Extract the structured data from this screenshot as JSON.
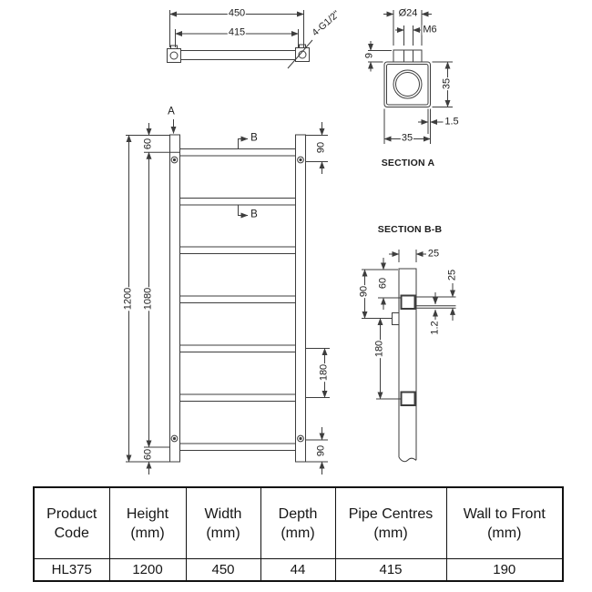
{
  "drawing": {
    "top_view": {
      "width": "450",
      "pipe_centres": "415",
      "tapping_note": "4-G1/2\""
    },
    "section_a": {
      "title": "SECTION A",
      "diameter": "Ø24",
      "thread": "M6",
      "boss_height": "9",
      "body_height": "35",
      "wall_thickness": "1.5",
      "body_width": "35"
    },
    "front_view": {
      "section_marker_a": "A",
      "section_marker_b": "B",
      "top_to_rail": "60",
      "overall_height": "1200",
      "rail_centres_height": "1080",
      "top_to_bracket": "90",
      "rail_spacing": "180",
      "bracket_to_bottom": "90",
      "rail_to_bottom": "60"
    },
    "section_bb": {
      "title": "SECTION B-B",
      "tube_depth": "25",
      "rail_depth": "25",
      "top_to_rail": "60",
      "top_to_bracket": "90",
      "bracket_spacing": "180",
      "wall_thickness": "1.2"
    }
  },
  "table": {
    "columns": [
      {
        "header_line1": "Product",
        "header_line2": "Code",
        "value": "HL375"
      },
      {
        "header_line1": "Height",
        "header_line2": "(mm)",
        "value": "1200"
      },
      {
        "header_line1": "Width",
        "header_line2": "(mm)",
        "value": "450"
      },
      {
        "header_line1": "Depth",
        "header_line2": "(mm)",
        "value": "44"
      },
      {
        "header_line1": "Pipe Centres",
        "header_line2": "(mm)",
        "value": "415"
      },
      {
        "header_line1": "Wall to Front",
        "header_line2": "(mm)",
        "value": "190"
      }
    ]
  },
  "colors": {
    "line": "#3d3d3d",
    "text": "#1d1d1d",
    "table_border": "#111111",
    "background": "#ffffff"
  }
}
